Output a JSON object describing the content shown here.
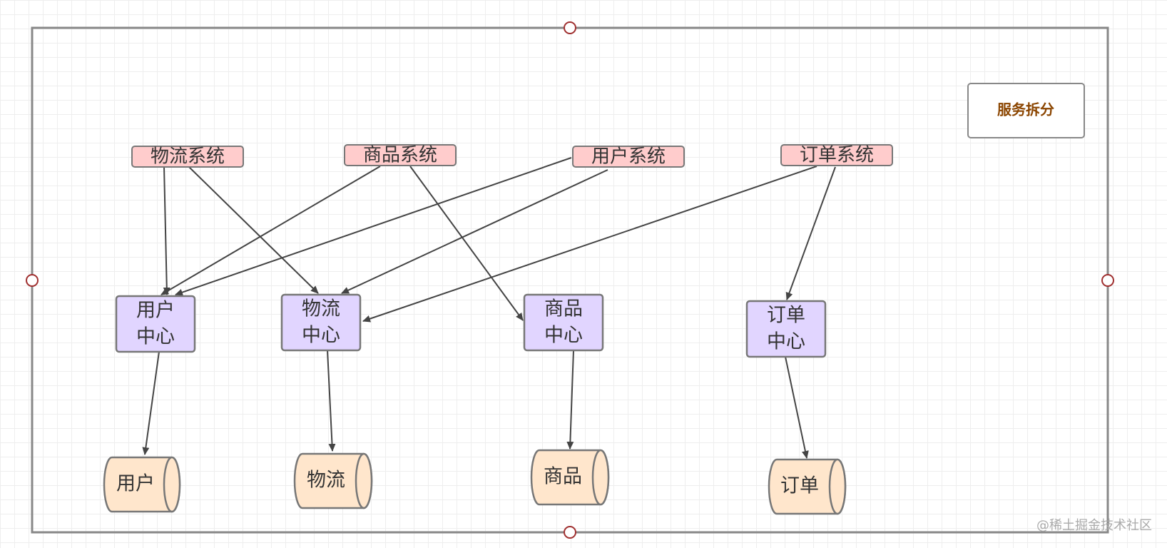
{
  "diagram": {
    "title": "服务拆分",
    "systems": [
      "物流系统",
      "商品系统",
      "用户系统",
      "订单系统"
    ],
    "centers": [
      {
        "line1": "用户",
        "line2": "中心"
      },
      {
        "line1": "物流",
        "line2": "中心"
      },
      {
        "line1": "商品",
        "line2": "中心"
      },
      {
        "line1": "订单",
        "line2": "中心"
      }
    ],
    "databases": [
      "用户",
      "物流",
      "商品",
      "订单"
    ]
  },
  "watermark": "@稀土掘金技术社区",
  "colors": {
    "system_fill": "#ffcccc",
    "center_fill": "#e1d5ff",
    "database_fill": "#ffe6cc",
    "title_text": "#8b4500",
    "stroke": "#555555"
  }
}
